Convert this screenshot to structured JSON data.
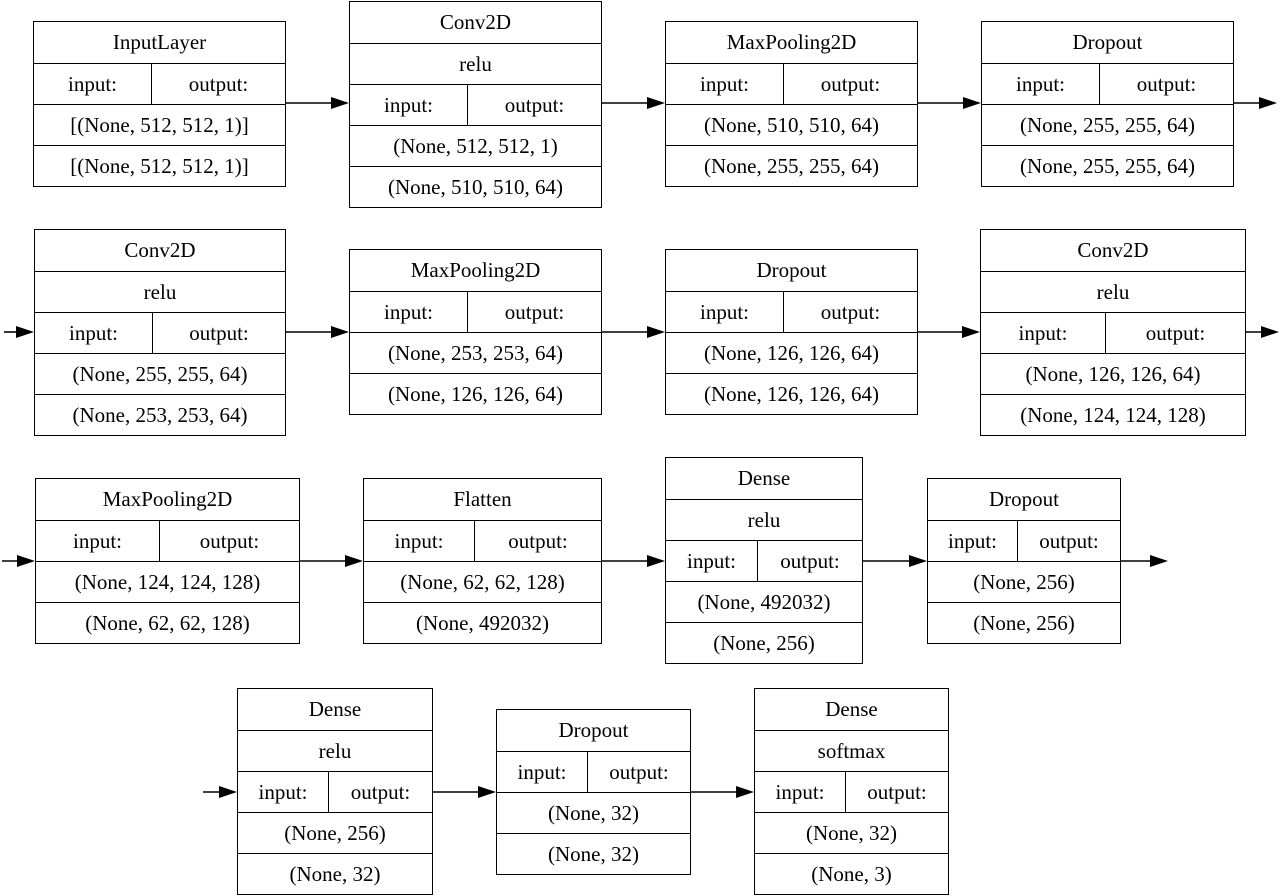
{
  "labels": {
    "input": "input:",
    "output": "output:"
  },
  "layers": [
    {
      "name": "InputLayer",
      "in": "[(None, 512, 512, 1)]",
      "out": "[(None, 512, 512, 1)]"
    },
    {
      "name": "Conv2D",
      "activation": "relu",
      "in": "(None, 512, 512, 1)",
      "out": "(None, 510, 510, 64)"
    },
    {
      "name": "MaxPooling2D",
      "in": "(None, 510, 510, 64)",
      "out": "(None, 255, 255, 64)"
    },
    {
      "name": "Dropout",
      "in": "(None, 255, 255, 64)",
      "out": "(None, 255, 255, 64)"
    },
    {
      "name": "Conv2D",
      "activation": "relu",
      "in": "(None, 255, 255, 64)",
      "out": "(None, 253, 253, 64)"
    },
    {
      "name": "MaxPooling2D",
      "in": "(None, 253, 253, 64)",
      "out": "(None, 126, 126, 64)"
    },
    {
      "name": "Dropout",
      "in": "(None, 126, 126, 64)",
      "out": "(None, 126, 126, 64)"
    },
    {
      "name": "Conv2D",
      "activation": "relu",
      "in": "(None, 126, 126, 64)",
      "out": "(None, 124, 124, 128)"
    },
    {
      "name": "MaxPooling2D",
      "in": "(None, 124, 124, 128)",
      "out": "(None, 62, 62, 128)"
    },
    {
      "name": "Flatten",
      "in": "(None, 62, 62, 128)",
      "out": "(None, 492032)"
    },
    {
      "name": "Dense",
      "activation": "relu",
      "in": "(None, 492032)",
      "out": "(None, 256)"
    },
    {
      "name": "Dropout",
      "in": "(None, 256)",
      "out": "(None, 256)"
    },
    {
      "name": "Dense",
      "activation": "relu",
      "in": "(None, 256)",
      "out": "(None, 32)"
    },
    {
      "name": "Dropout",
      "in": "(None, 32)",
      "out": "(None, 32)"
    },
    {
      "name": "Dense",
      "activation": "softmax",
      "in": "(None, 32)",
      "out": "(None, 3)"
    }
  ]
}
